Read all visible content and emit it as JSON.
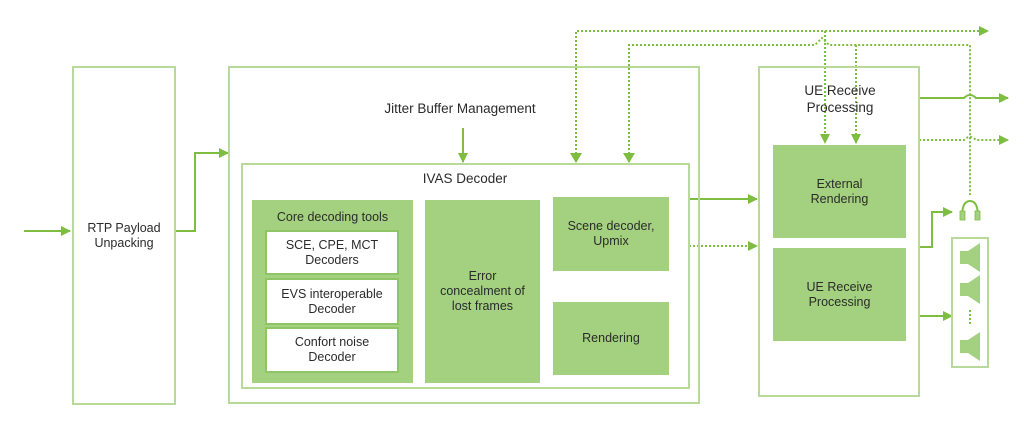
{
  "diagram": {
    "title": "IVAS decoder and UE receive processing block diagram",
    "colors": {
      "accent": "#7dbd3f",
      "box_fill": "#a3d17f",
      "box_outline": "#b8d99a",
      "text": "#2b2b2b"
    },
    "blocks": {
      "rtp": "RTP Payload Unpacking",
      "jbm": "Jitter Buffer Management",
      "ivas": "IVAS Decoder",
      "core_tools": "Core decoding tools",
      "sce": "SCE, CPE, MCT Decoders",
      "evs": "EVS interoperable Decoder",
      "cng": "Confort noise Decoder",
      "error": "Error concealment of lost frames",
      "scene": "Scene decoder, Upmix",
      "rendering": "Rendering",
      "ue_outer": "UE Receive Processing",
      "ext_render": "External Rendering",
      "ue_inner": "UE Receive Processing"
    },
    "outputs": {
      "headphones": "headphones-icon",
      "speakers": "loudspeaker-array-icon",
      "speaker_ellipsis": "⋮"
    }
  }
}
